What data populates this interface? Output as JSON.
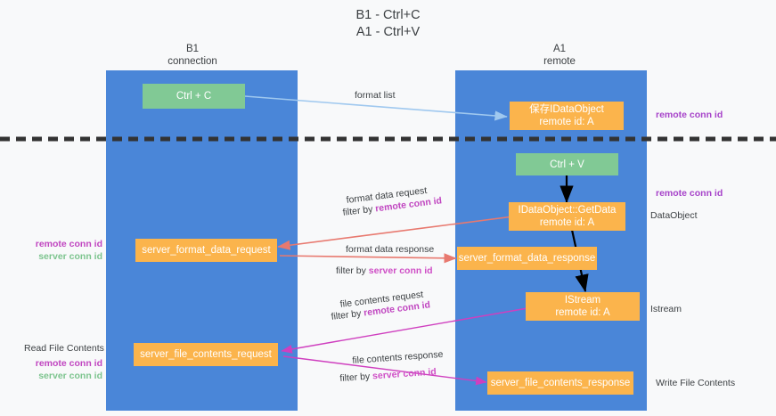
{
  "title": {
    "line1": "B1 - Ctrl+C",
    "line2": "A1 - Ctrl+V"
  },
  "columns": [
    {
      "name": "b1",
      "label_top": "B1",
      "label_bottom": "connection"
    },
    {
      "name": "a1",
      "label_top": "A1",
      "label_bottom": "remote"
    }
  ],
  "nodes": {
    "ctrl_c": {
      "line1": "Ctrl + C",
      "line2": ""
    },
    "virtual_dataobject": {
      "line1": "保存IDataObject",
      "line2": "remote id: A"
    },
    "ctrl_v": {
      "line1": "Ctrl + V",
      "line2": ""
    },
    "getdata": {
      "line1": "IDataObject::GetData",
      "line2": "remote id: A"
    },
    "server_format_data_request": {
      "line1": "server_format_data_request",
      "line2": ""
    },
    "server_format_data_response": {
      "line1": "server_format_data_response",
      "line2": ""
    },
    "istream": {
      "line1": "IStream",
      "line2": "remote id: A"
    },
    "server_file_contents_request": {
      "line1": "server_file_contents_request",
      "line2": ""
    },
    "server_file_contents_response": {
      "line1": "server_file_contents_response",
      "line2": ""
    }
  },
  "edge_labels": {
    "format_list": "format list",
    "format_data_request": "format data request",
    "format_data_request_filter_prefix": "filter by ",
    "format_data_request_filter_key": "remote conn id",
    "format_data_response": "format data response",
    "format_data_response_filter_prefix": "filter by ",
    "format_data_response_filter_key": "server conn id",
    "file_contents_request": "file contents request",
    "file_contents_request_filter_prefix": "filter by ",
    "file_contents_request_filter_key": "remote conn id",
    "file_contents_response": "file contents response",
    "file_contents_response_filter_prefix": "filter by ",
    "file_contents_response_filter_key": "server conn id"
  },
  "annotations": {
    "right_remote_conn_id_top": "remote conn id",
    "right_remote_conn_id_mid": "remote conn id",
    "right_dataobject": "DataObject",
    "right_istream": "Istream",
    "right_write_file_contents": "Write File Contents",
    "left_read_file_contents": "Read File Contents",
    "legend_remote_conn_id": "remote conn id",
    "legend_server_conn_id": "server conn id"
  },
  "colors": {
    "lane": "#4a86d8",
    "node_orange": "#fbb44c",
    "node_green": "#81c995",
    "remote_conn_id": "#c045c0",
    "server_conn_id": "#7cc48e",
    "arrow_blue": "#9fc8ef",
    "arrow_red": "#e8796f",
    "arrow_magenta": "#cf3fbf",
    "arrow_black": "#000000",
    "background": "#f8f9fa"
  }
}
